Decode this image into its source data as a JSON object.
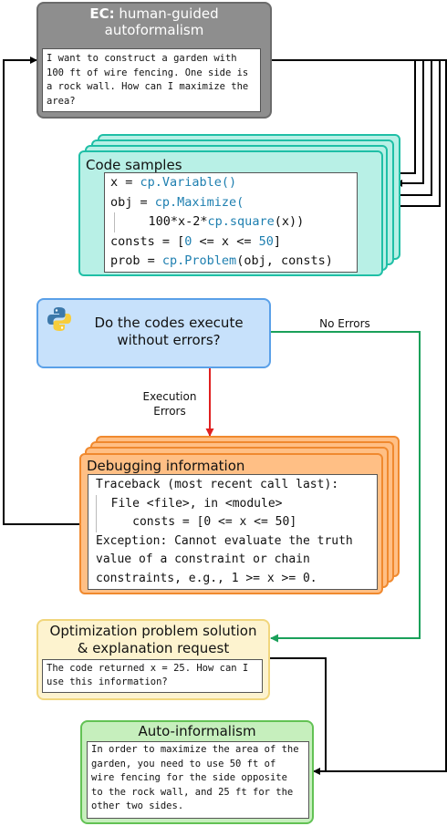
{
  "ec": {
    "title_bold": "EC:",
    "title_rest": " human-guided",
    "title_line2": "autoformalism",
    "prompt_lines": [
      "I want to construct a garden with",
      "100 ft of wire fencing. One side is",
      "a rock wall. How can I maximize the",
      "area?"
    ]
  },
  "code": {
    "title": "Code samples",
    "lines": {
      "l1a": "x = ",
      "l1b": "cp.Variable()",
      "l2a": "obj = ",
      "l2b": "cp.Maximize(",
      "l3a": "100*x-2*",
      "l3b": "cp.square",
      "l3c": "(x))",
      "l4a": "consts = [",
      "l4b": "0",
      "l4c": " <= x <= ",
      "l4d": "50",
      "l4e": "]",
      "l5a": "prob = ",
      "l5b": "cp.Problem",
      "l5c": "(obj, consts)"
    }
  },
  "python": {
    "question_line1": "Do the codes execute",
    "question_line2": "without errors?"
  },
  "edges": {
    "no_errors": "No Errors",
    "execution": "Execution",
    "errors": "Errors"
  },
  "debug": {
    "title": "Debugging information",
    "lines": [
      "Traceback (most recent call last):",
      "  File <file>, in <module>",
      "     consts = [0 <= x <= 50]",
      "Exception: Cannot evaluate the truth",
      "value of a constraint or chain",
      "constraints, e.g., 1 >= x >= 0."
    ]
  },
  "opt": {
    "title_line1": "Optimization problem solution",
    "title_line2": "& explanation request",
    "lines": [
      "The code returned x = 25. How can I",
      "use this information?"
    ]
  },
  "auto": {
    "title": "Auto-informalism",
    "lines": [
      "In order to maximize the area of the",
      "garden, you need to use 50 ft of",
      "wire fencing for the side opposite",
      "to the rock wall, and 25 ft for the",
      "other two sides."
    ]
  },
  "colors": {
    "gray": "#8e8e8e",
    "teal": "#1fbfa6",
    "blue": "#5aa0e8",
    "orange": "#f0892e",
    "yellow": "#f1d67c",
    "green": "#62c254",
    "red": "#e02020",
    "arrow_green": "#1aa05a"
  },
  "icons": {
    "python": "python-logo-icon"
  }
}
